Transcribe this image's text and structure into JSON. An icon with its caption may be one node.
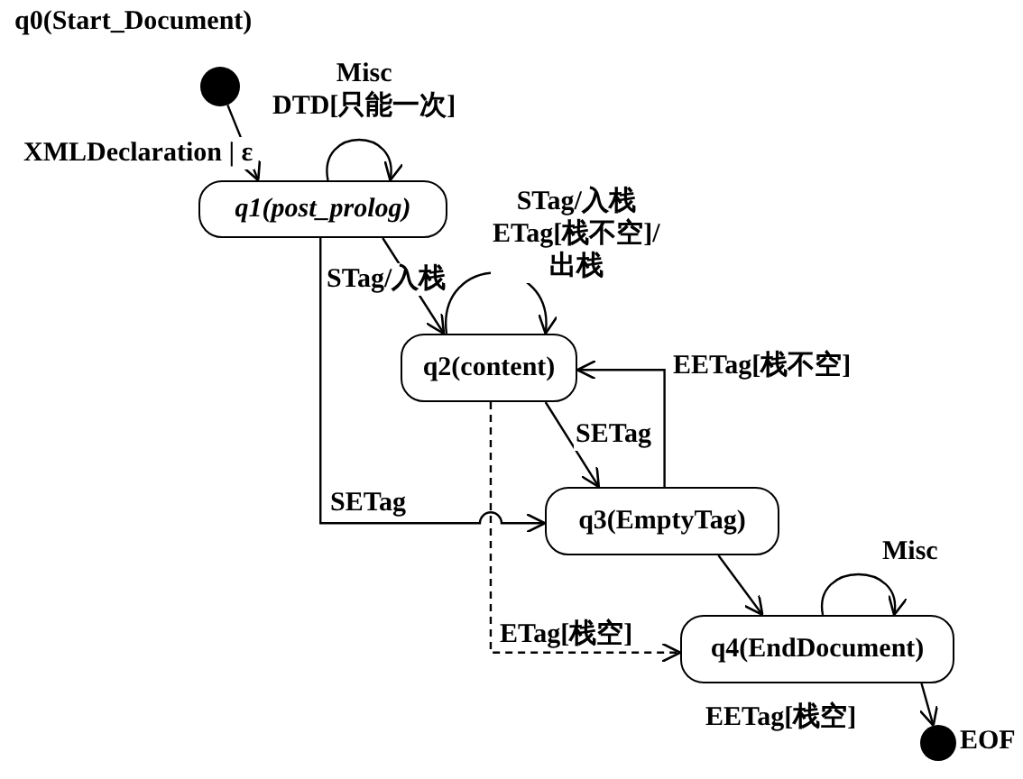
{
  "diagram": {
    "nodes": [
      {
        "text": [],
        "shape": "circle",
        "beside": [
          "q0(Start_Document)"
        ]
      },
      {
        "text": [
          "q1(post_prolog)"
        ]
      },
      {
        "text": [
          "q2(content)"
        ]
      },
      {
        "text": [
          "q3(EmptyTag)"
        ]
      },
      {
        "text": [
          "q4(EndDocument)"
        ]
      },
      {
        "text": [],
        "shape": "circle",
        "beside": [
          "EOF"
        ]
      }
    ],
    "edges": [
      {
        "from": 0,
        "to": 1,
        "arrow": "to",
        "label": "XMLDeclaration | ε"
      },
      {
        "from": 1,
        "to": 1,
        "arrow": "to",
        "label": "Misc DTD[只能一次]"
      },
      {
        "from": 1,
        "to": 2,
        "arrow": "to",
        "label": "STag/入栈"
      },
      {
        "from": 2,
        "to": 2,
        "arrow": "to",
        "label": "STag/入栈 ETag[栈不空]/出栈"
      },
      {
        "from": 3,
        "to": 2,
        "arrow": "to",
        "label": "EETag[栈不空]"
      },
      {
        "from": 2,
        "to": 3,
        "arrow": "to",
        "label": "SETag"
      },
      {
        "from": 1,
        "to": 3,
        "arrow": "to",
        "label": "SETag"
      },
      {
        "from": 2,
        "to": 4,
        "arrow": "to",
        "label": "ETag[栈空]",
        "style": "dashed"
      },
      {
        "from": 3,
        "to": 4,
        "arrow": "to"
      },
      {
        "from": 4,
        "to": 4,
        "arrow": "to",
        "label": "Misc"
      },
      {
        "from": 4,
        "to": 5,
        "arrow": "to",
        "label": "EETag[栈空]"
      }
    ]
  }
}
